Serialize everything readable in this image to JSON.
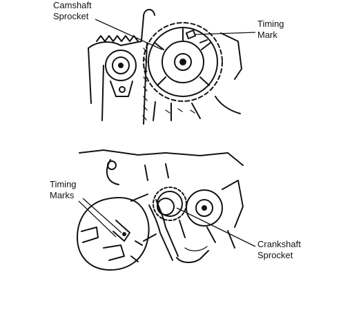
{
  "labels": {
    "camshaft_sprocket": [
      "Camshaft",
      "Sprocket"
    ],
    "timing_mark": [
      "Timing",
      "Mark"
    ],
    "timing_marks": [
      "Timing",
      "Marks"
    ],
    "crankshaft_sprocket": [
      "Crankshaft",
      "Sprocket"
    ]
  }
}
